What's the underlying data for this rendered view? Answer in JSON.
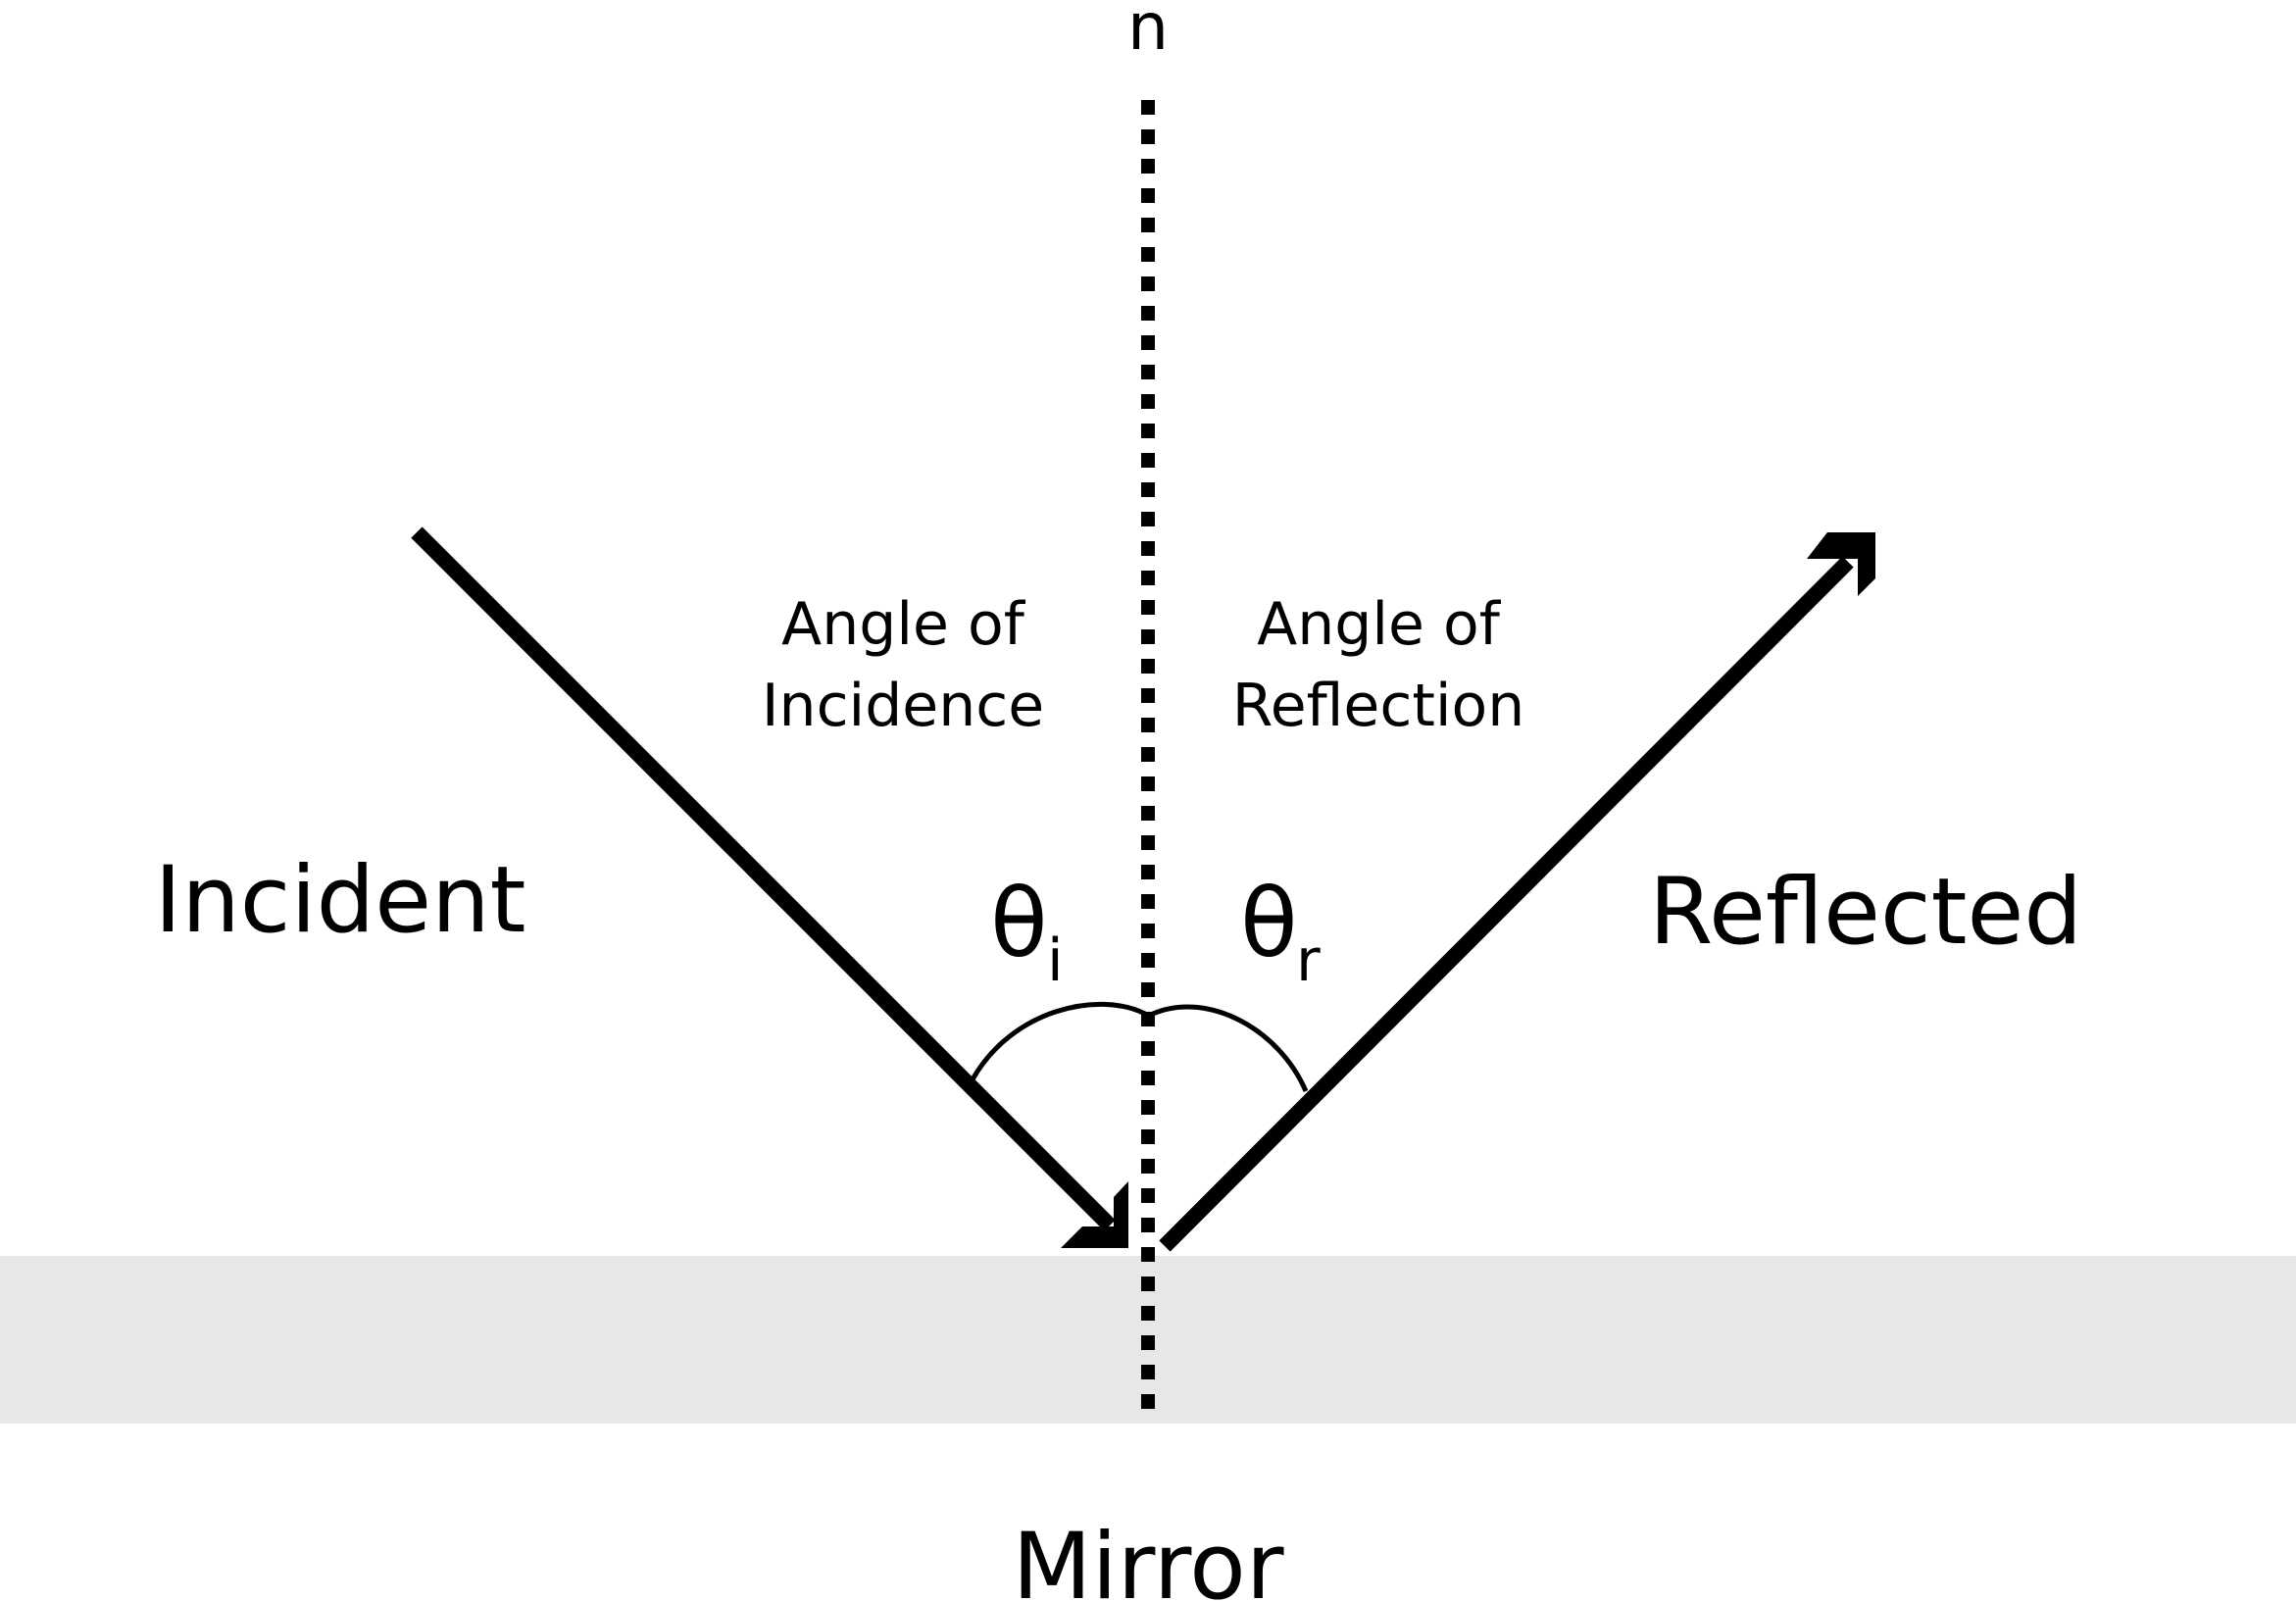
{
  "labels": {
    "normal": "n",
    "incident": "Incident",
    "reflected": "Reflected",
    "mirror": "Mirror",
    "incidence_line1": "Angle of",
    "incidence_line2": "Incidence",
    "reflection_line1": "Angle of",
    "reflection_line2": "Reflection",
    "theta_symbol": "θ",
    "theta_i_sub": "i",
    "theta_r_sub": "r"
  },
  "colors": {
    "ray": "#000000",
    "mirror_fill": "#e6e7e8",
    "background": "#ffffff"
  }
}
